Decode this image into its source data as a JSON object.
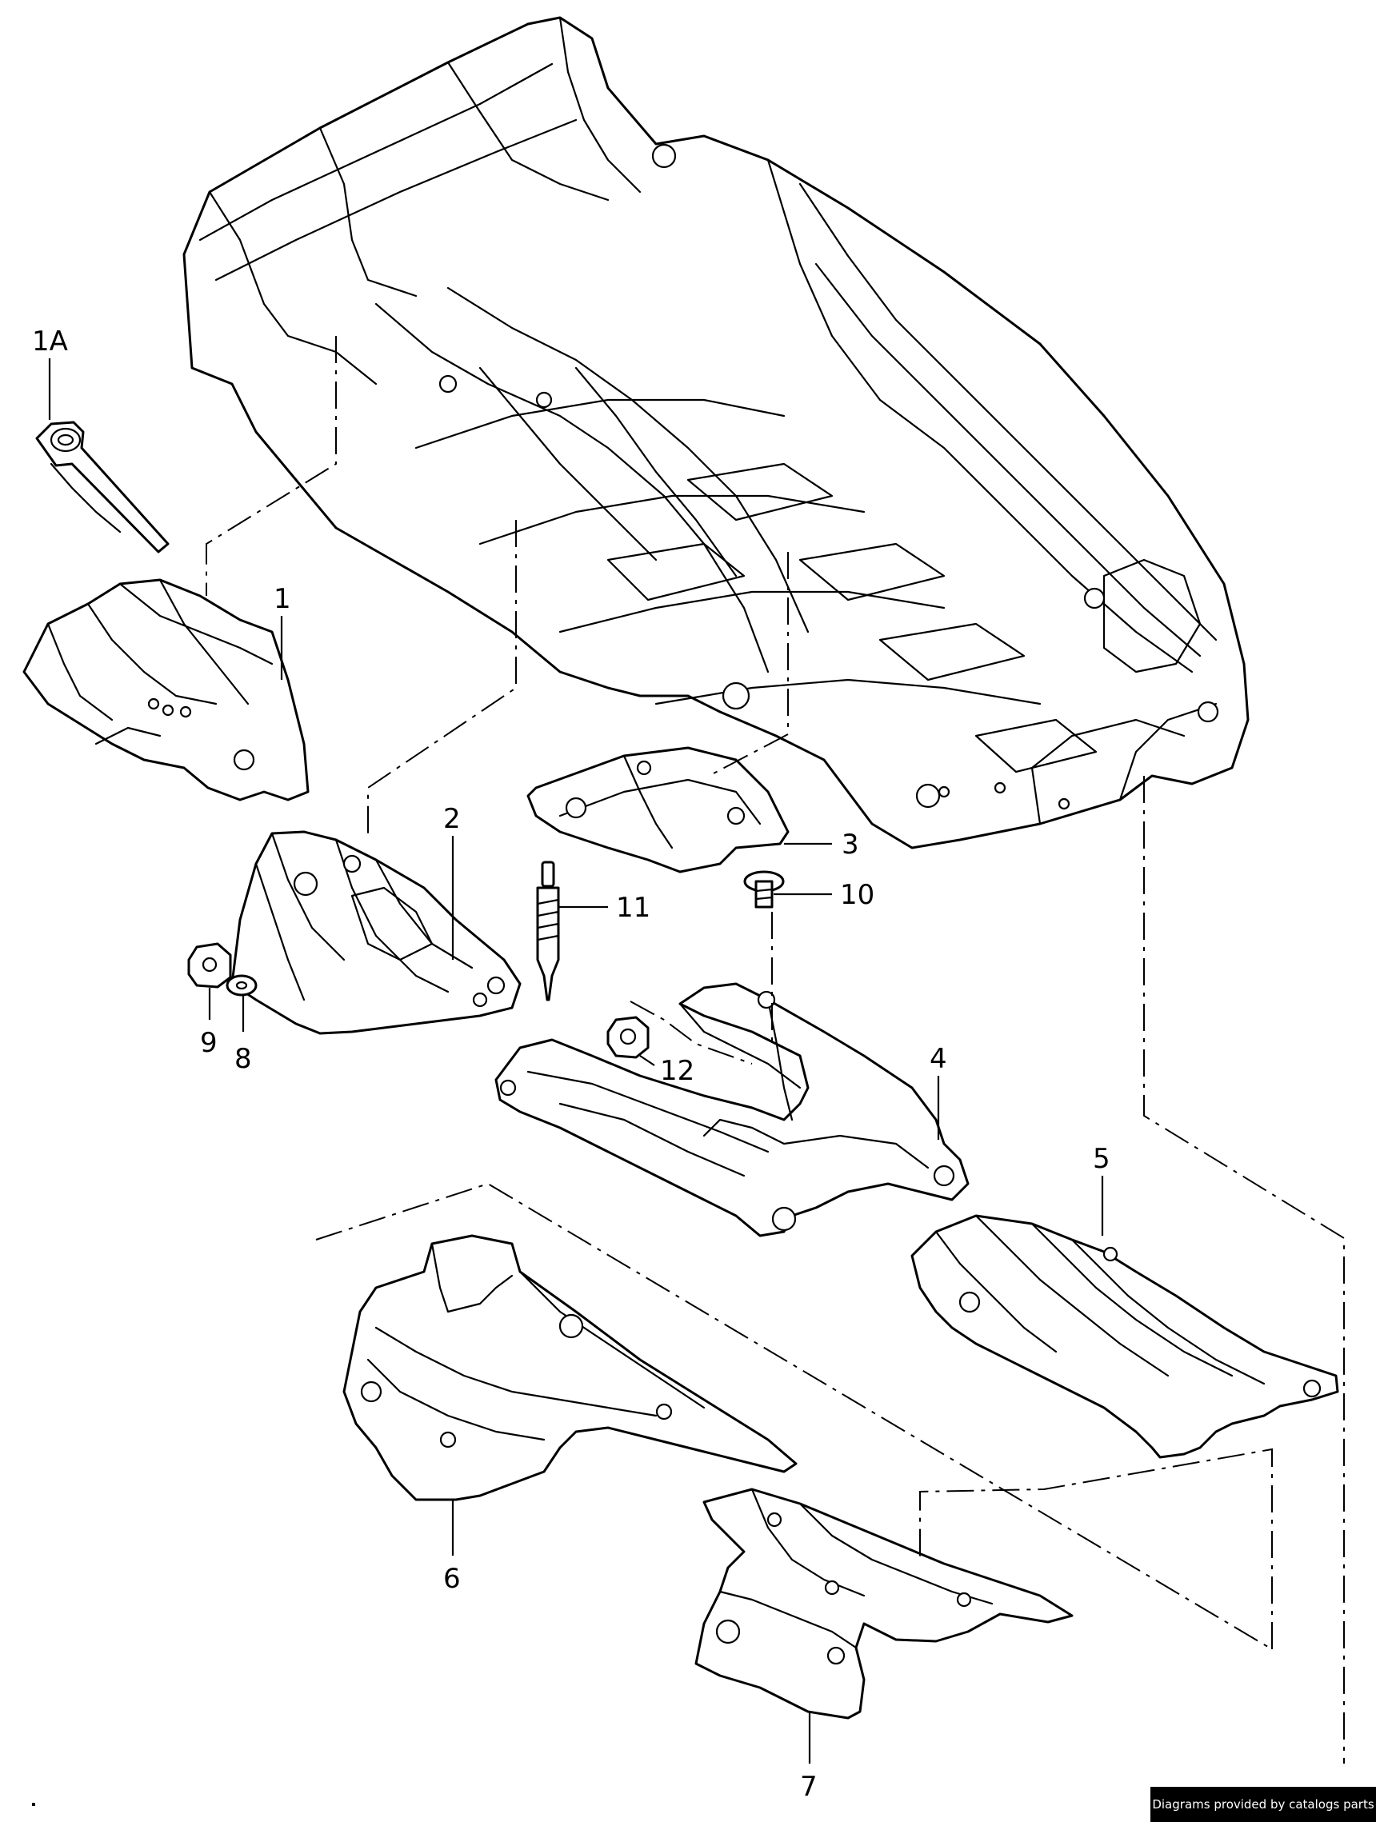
{
  "callouts": {
    "c1a": "1A",
    "c1": "1",
    "c2": "2",
    "c3": "3",
    "c4": "4",
    "c5": "5",
    "c6": "6",
    "c7": "7",
    "c8": "8",
    "c9": "9",
    "c10": "10",
    "c11": "11",
    "c12": "12"
  },
  "footer": {
    "credit": "Diagrams provided by catalogs parts"
  }
}
